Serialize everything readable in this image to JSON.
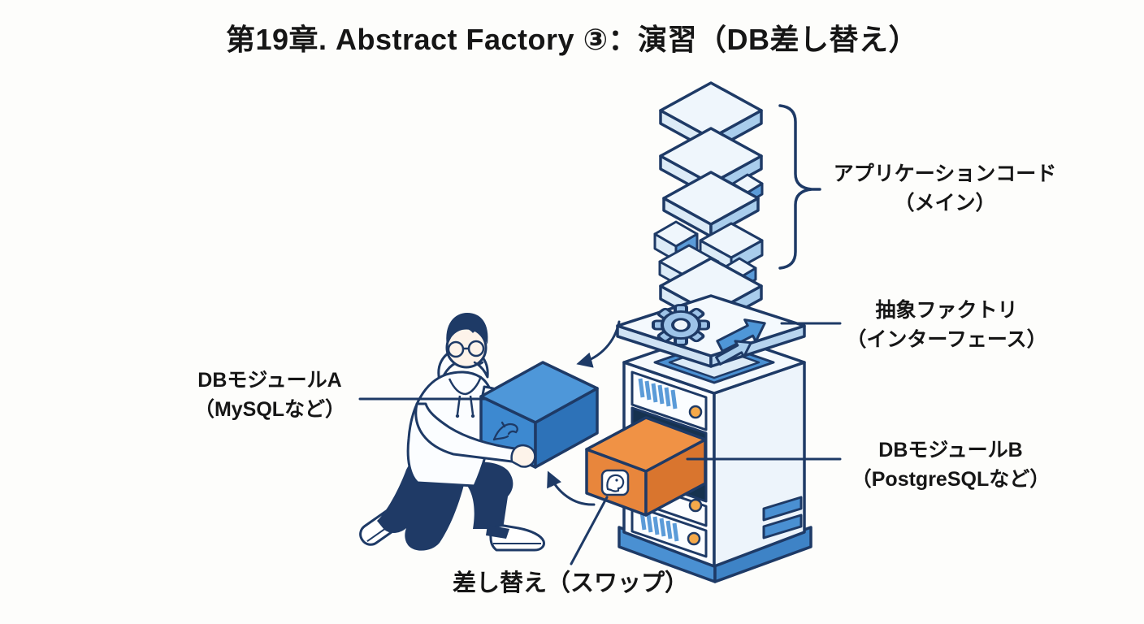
{
  "title": "第19章. Abstract Factory ③：演習（DB差し替え）",
  "annotations": {
    "app_code": {
      "line1": "アプリケーションコード",
      "line2": "（メイン）"
    },
    "abstract_factory": {
      "line1": "抽象ファクトリ",
      "line2": "（インターフェース）"
    },
    "db_module_a": {
      "line1": "DBモジュールA",
      "line2": "（MySQLなど）"
    },
    "db_module_b": {
      "line1": "DBモジュールB",
      "line2": "（PostgreSQLなど）"
    },
    "swap_label": "差し替え（スワップ）"
  },
  "icons": {
    "gear": "gear-icon",
    "branch_arrows": "branch-arrows-icon",
    "mysql_dolphin": "mysql-dolphin-icon",
    "postgresql_elephant": "postgresql-elephant-icon",
    "curly_brace": "curly-brace",
    "swap_arrows": "curved-swap-arrows"
  },
  "colors": {
    "background": "#fdfdfb",
    "outline": "#1e3a66",
    "accent_blue": "#4a90d2",
    "light_blue": "#cfe2f3",
    "pale_blue": "#eef5fb",
    "box_blue": "#3d89d0",
    "box_orange": "#e8863c",
    "led_orange": "#f5a94a",
    "text": "#161616"
  }
}
